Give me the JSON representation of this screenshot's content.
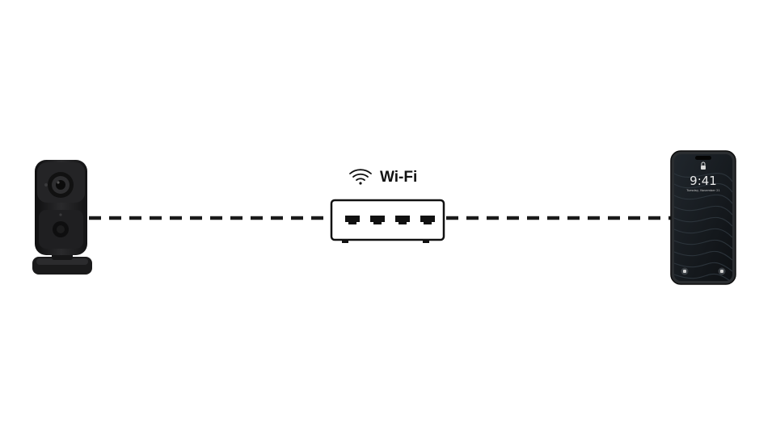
{
  "network": {
    "label": "Wi-Fi",
    "router_ports": 4
  },
  "devices": {
    "camera": {
      "icon": "security-camera-icon"
    },
    "router": {
      "icon": "router-icon"
    },
    "phone": {
      "icon": "smartphone-icon",
      "time": "9:41",
      "date": "Tuesday, November 21"
    }
  },
  "colors": {
    "line": "#1a1a1a",
    "device_dark": "#1c1c1e",
    "background": "#ffffff"
  }
}
